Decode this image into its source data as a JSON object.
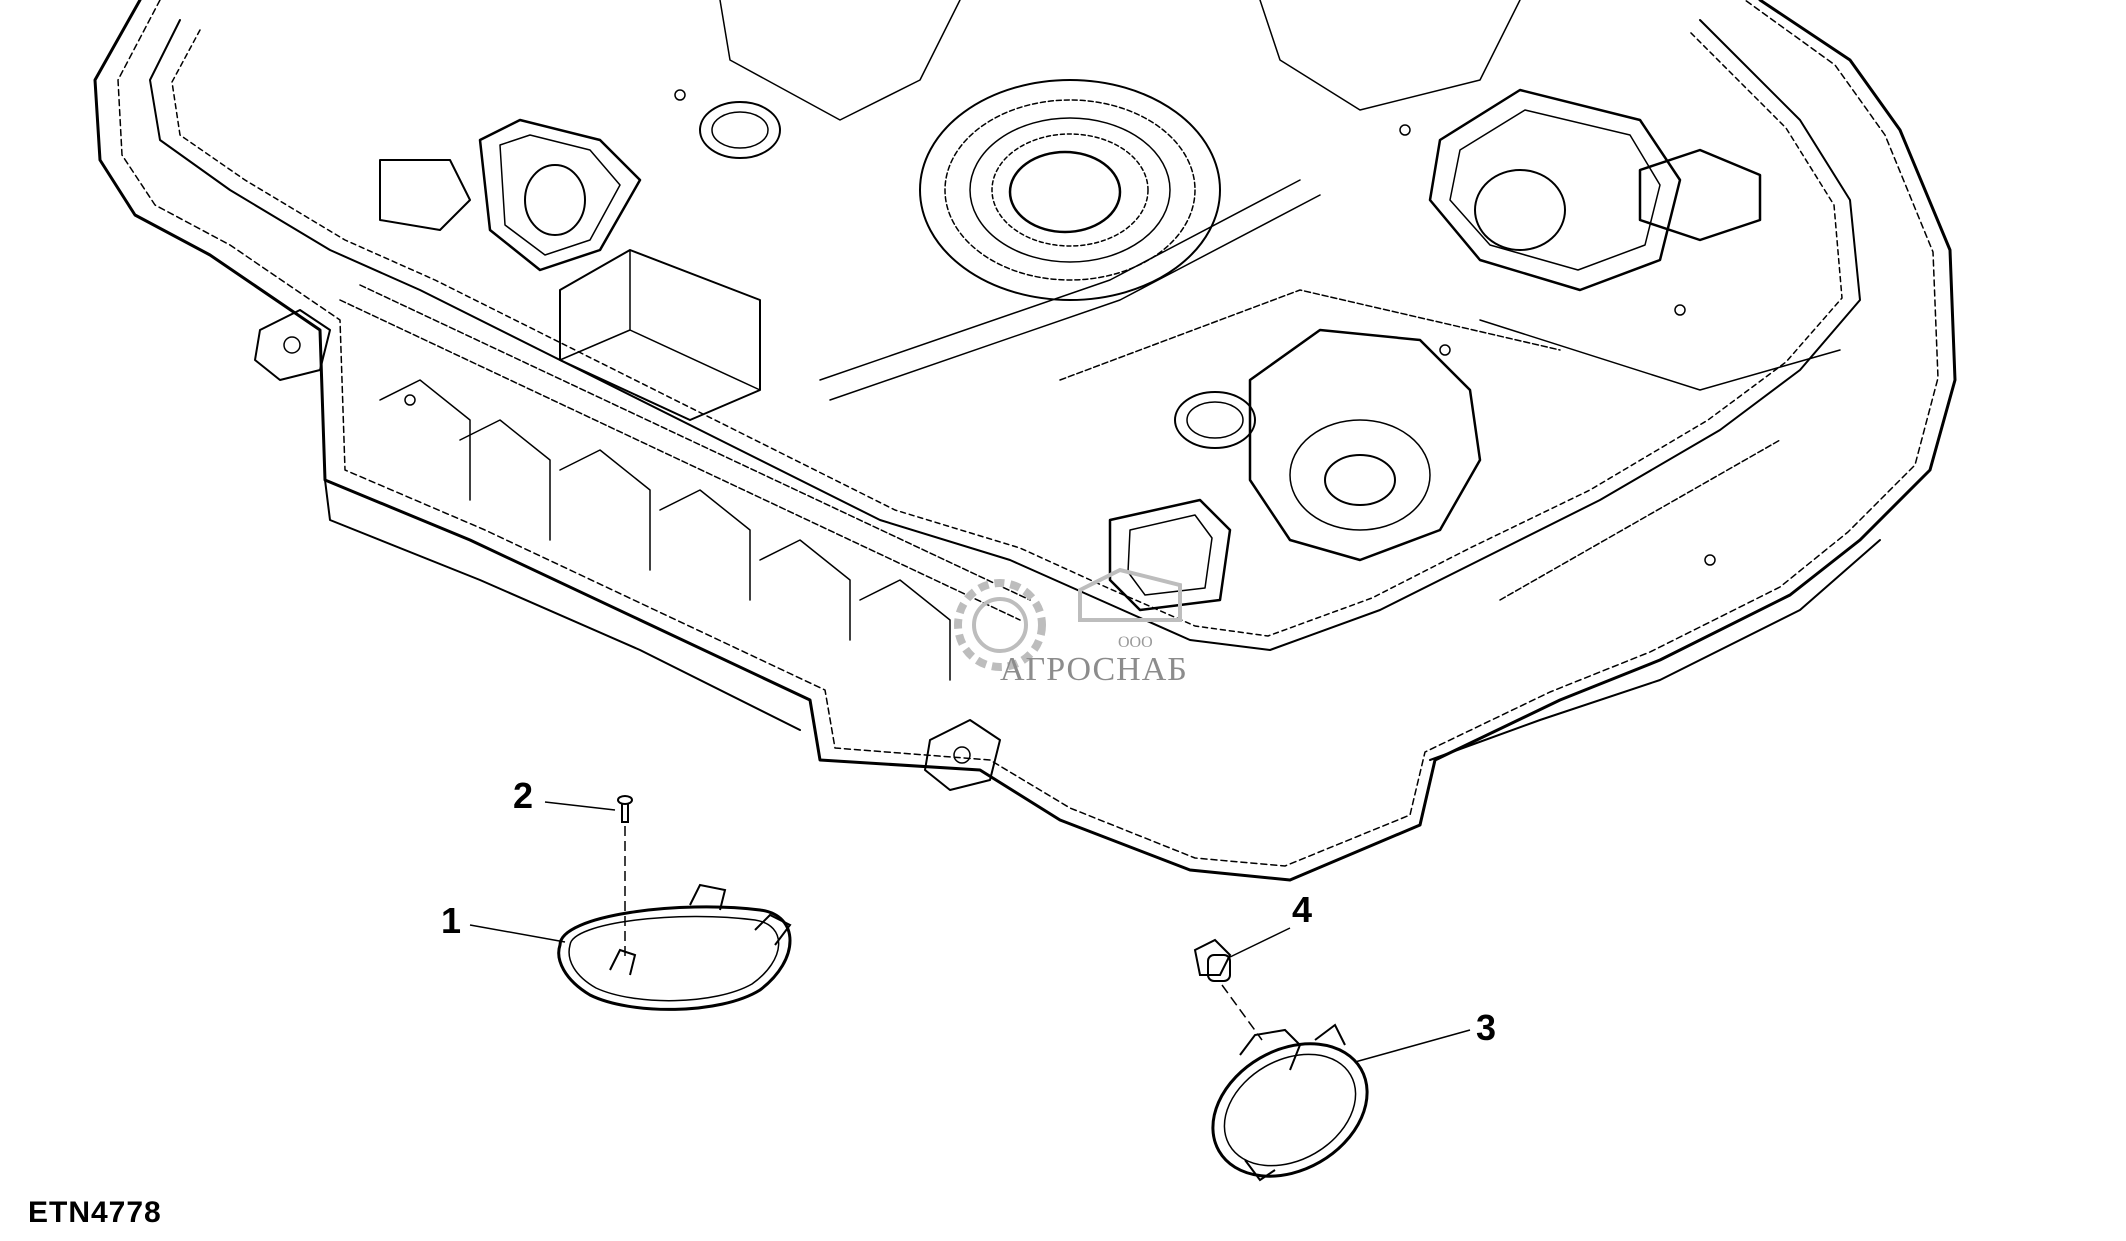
{
  "figure_id": "ETN4778",
  "callouts": [
    {
      "label": "1",
      "part": "trim-ring"
    },
    {
      "label": "2",
      "part": "screw"
    },
    {
      "label": "3",
      "part": "dome-lamp"
    },
    {
      "label": "4",
      "part": "bulb"
    }
  ],
  "watermark": {
    "prefix": "ООО",
    "name": "АГРОСНАБ"
  }
}
